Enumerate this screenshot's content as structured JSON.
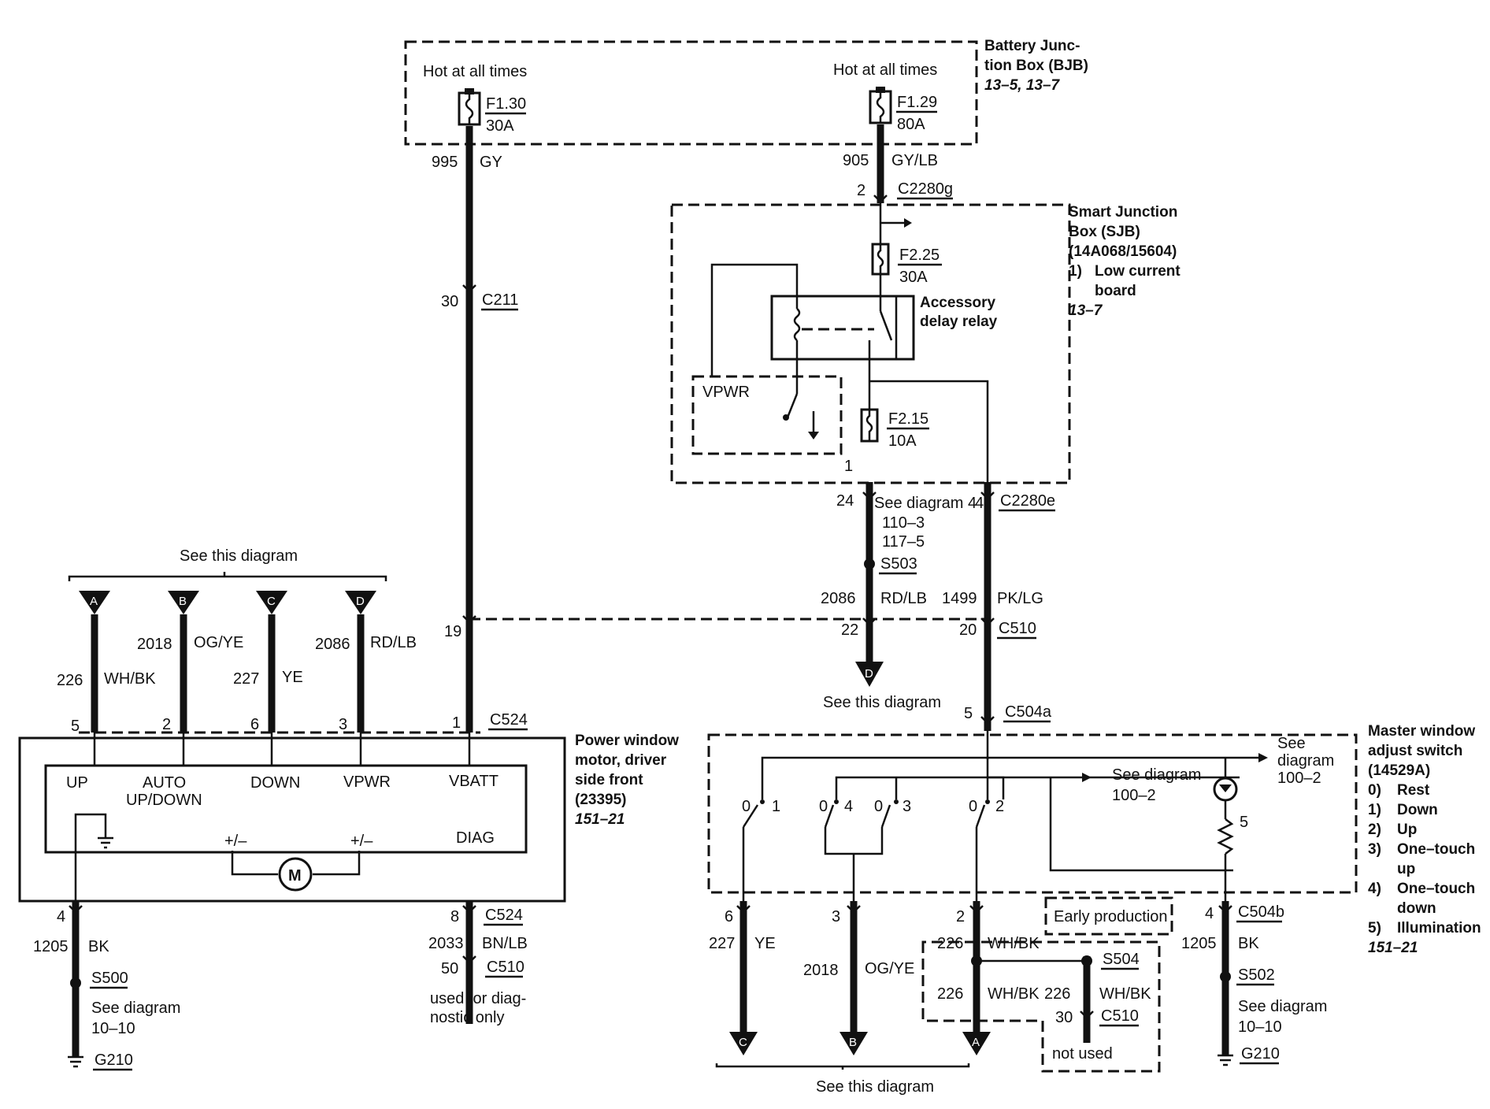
{
  "bjb": {
    "title_line1": "Battery Junc-",
    "title_line2": "tion Box (BJB)",
    "ref": "13–5, 13–7",
    "hot_left": "Hot at all times",
    "hot_right": "Hot at all times",
    "fuse_left_name": "F1.30",
    "fuse_left_rating": "30A",
    "fuse_right_name": "F1.29",
    "fuse_right_rating": "80A"
  },
  "sjb": {
    "title_line1": "Smart Junction",
    "title_line2": "Box (SJB)",
    "title_line3": "(14A068/15604)",
    "note_num": "1)",
    "note_line1": "Low current",
    "note_line2": "board",
    "ref": "13–7",
    "fuse_a_name": "F2.25",
    "fuse_a_rating": "30A",
    "fuse_b_name": "F2.15",
    "fuse_b_rating": "10A",
    "relay_line1": "Accessory",
    "relay_line2": "delay relay",
    "vpwr": "VPWR",
    "pin1": "1"
  },
  "wires": {
    "w995_num": "995",
    "w995_color": "GY",
    "w905_num": "905",
    "w905_color": "GY/LB",
    "c2280g_pin": "2",
    "c2280g": "C2280g",
    "c211_pin": "30",
    "c211": "C211",
    "c2280e_pin24": "24",
    "see_diag4": "See diagram 4",
    "c2280e": "C2280e",
    "see_110": "110–3",
    "see_117": "117–5",
    "s503": "S503",
    "w2086b_num": "2086",
    "w2086b_color": "RD/LB",
    "w1499_num": "1499",
    "w1499_color": "PK/LG",
    "pin19": "19",
    "pin22": "22",
    "pin20": "20",
    "c510_top": "C510",
    "see_this_mid": "See this diagram",
    "pin5_c504a": "5",
    "c504a": "C504a"
  },
  "left_refs": {
    "see_this": "See this diagram",
    "A": "A",
    "B": "B",
    "C": "C",
    "D": "D",
    "w226_num": "226",
    "w226_color": "WH/BK",
    "w2018_num": "2018",
    "w2018_color": "OG/YE",
    "w227_num": "227",
    "w227_color": "YE",
    "w2086_num": "2086",
    "w2086_color": "RD/LB",
    "p5": "5",
    "p2": "2",
    "p6": "6",
    "p3": "3",
    "p1": "1",
    "c524_top": "C524"
  },
  "motor": {
    "title_line1": "Power window",
    "title_line2": "motor, driver",
    "title_line3": "side front",
    "title_line4": "(23395)",
    "ref": "151–21",
    "up": "UP",
    "auto1": "AUTO",
    "auto2": "UP/DOWN",
    "down": "DOWN",
    "vpwr": "VPWR",
    "vbatt": "VBATT",
    "pm1": "+/–",
    "pm2": "+/–",
    "diag": "DIAG",
    "m": "M"
  },
  "motor_bottom": {
    "p4": "4",
    "w1205_num": "1205",
    "w1205_color": "BK",
    "s500": "S500",
    "see_diag": "See diagram",
    "see_1010": "10–10",
    "g210": "G210",
    "p8": "8",
    "c524": "C524",
    "w2033_num": "2033",
    "w2033_color": "BN/LB",
    "p50": "50",
    "c510": "C510",
    "diag_note1": "used for diag-",
    "diag_note2": "nostic only"
  },
  "switch": {
    "title_line1": "Master window",
    "title_line2": "adjust switch",
    "title_line3": "(14529A)",
    "opt0_n": "0)",
    "opt0": "Rest",
    "opt1_n": "1)",
    "opt1": "Down",
    "opt2_n": "2)",
    "opt2": "Up",
    "opt3_n": "3)",
    "opt3a": "One–touch",
    "opt3b": "up",
    "opt4_n": "4)",
    "opt4a": "One–touch",
    "opt4b": "down",
    "opt5_n": "5)",
    "opt5": "Illumination",
    "ref": "151–21",
    "see_top1": "See",
    "see_top2": "diagram",
    "see_top3": "100–2",
    "see_mid1": "See diagram",
    "see_mid2": "100–2",
    "c0a": "0",
    "c1": "1",
    "c0b": "0",
    "c4": "4",
    "c0c": "0",
    "c3": "3",
    "c0d": "0",
    "c2": "2",
    "c5": "5"
  },
  "switch_bottom": {
    "p6": "6",
    "w227_num": "227",
    "w227_color": "YE",
    "p3": "3",
    "w2018_num": "2018",
    "w2018_color": "OG/YE",
    "p2": "2",
    "w226_num": "226",
    "w226_color": "WH/BK",
    "early": "Early production",
    "s504": "S504",
    "w226b_num": "226",
    "w226b_color": "WH/BK",
    "w226c_num": "226",
    "w226c_color": "WH/BK",
    "p30": "30",
    "c510": "C510",
    "not_used": "not used",
    "p4": "4",
    "c504b": "C504b",
    "w1205_num": "1205",
    "w1205_color": "BK",
    "s502": "S502",
    "see_diag": "See diagram",
    "see_1010": "10–10",
    "g210": "G210",
    "C": "C",
    "B": "B",
    "A": "A",
    "see_this": "See this diagram"
  }
}
